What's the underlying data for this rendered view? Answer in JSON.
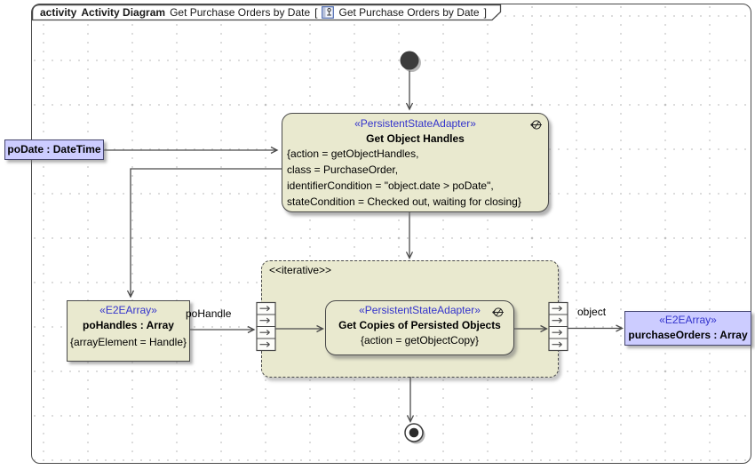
{
  "colors": {
    "node_fill": "#e9e9cf",
    "object_node_fill": "#ccccff",
    "stereotype_text": "#3333cc",
    "line": "#4a4a4a"
  },
  "frame": {
    "keyword": "activity",
    "diagram_type": "Activity Diagram",
    "diagram_name": "Get Purchase Orders by Date",
    "bracket_open": "[",
    "ref_name": "Get Purchase Orders by Date",
    "bracket_close": "]"
  },
  "nodes": {
    "get_object_handles": {
      "stereotype": "«PersistentStateAdapter»",
      "name": "Get Object Handles",
      "lines": [
        "{action = getObjectHandles,",
        "class = PurchaseOrder,",
        "identifierCondition = \"object.date > poDate\",",
        "stateCondition = Checked out, waiting for closing}"
      ]
    },
    "po_date": {
      "name": "poDate : DateTime"
    },
    "po_handles": {
      "stereotype": "«E2EArray»",
      "name": "poHandles : Array",
      "constraint": "{arrayElement = Handle}"
    },
    "iterative_region": {
      "label": "<<iterative>>"
    },
    "get_copies": {
      "stereotype": "«PersistentStateAdapter»",
      "name": "Get Copies of Persisted Objects",
      "constraint": "{action = getObjectCopy}"
    },
    "purchase_orders": {
      "stereotype": "«E2EArray»",
      "name": "purchaseOrders : Array"
    }
  },
  "edges": {
    "po_handle_label": "poHandle",
    "object_label": "object"
  }
}
